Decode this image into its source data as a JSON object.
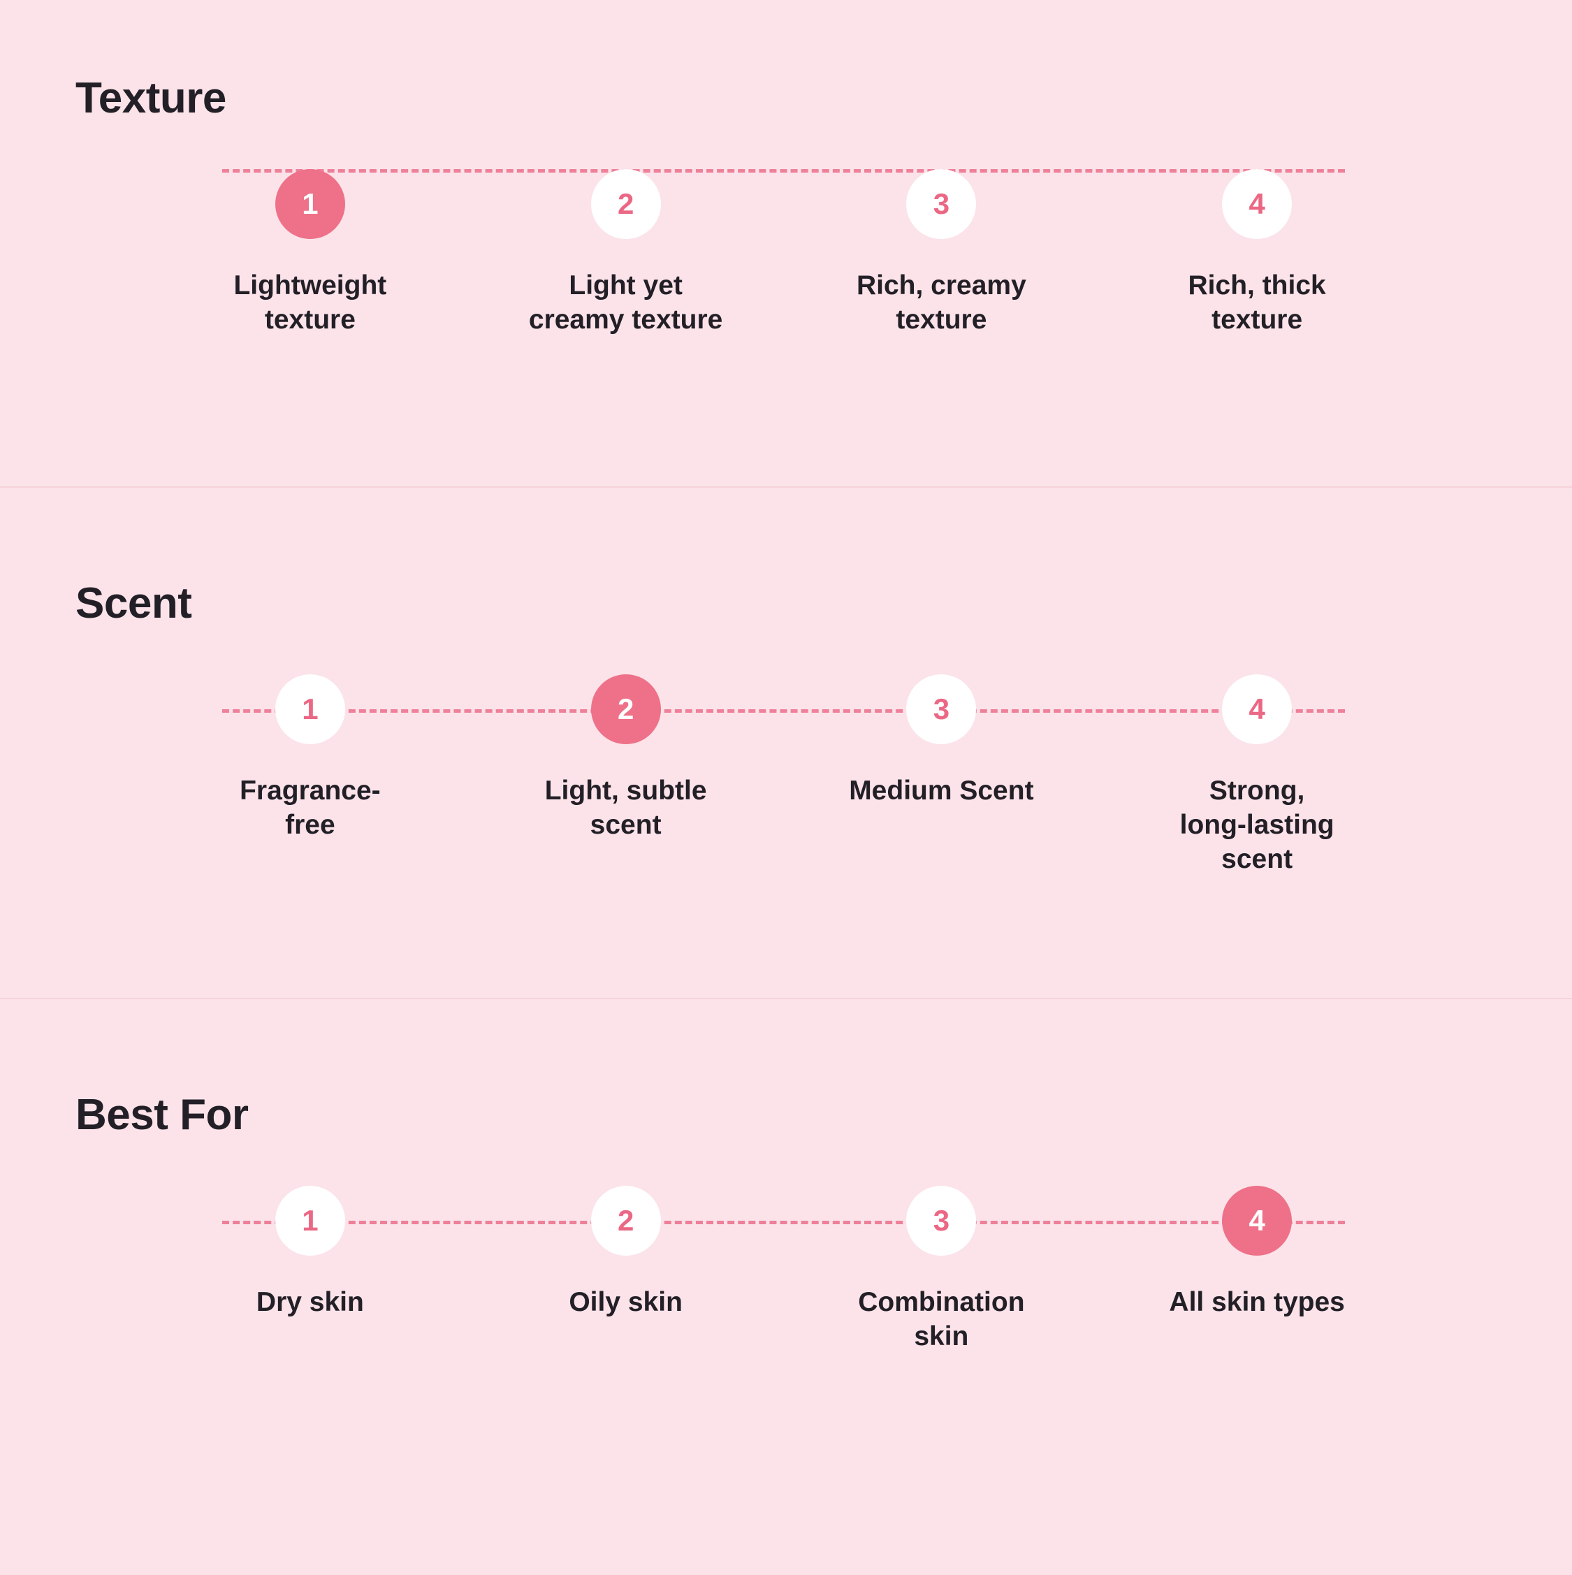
{
  "theme": {
    "background": "#FBE3E9",
    "accent": "#EE7189",
    "accent_text": "#EB6885",
    "text": "#231F26",
    "bullet_inactive_bg": "#FFFFFF",
    "divider": "#F6D2DA",
    "track": "#EE8099"
  },
  "sections": [
    {
      "title": "Texture",
      "active_index": 0,
      "steps": [
        {
          "number": "1",
          "label": "Lightweight\ntexture"
        },
        {
          "number": "2",
          "label": "Light yet\ncreamy texture"
        },
        {
          "number": "3",
          "label": "Rich, creamy\ntexture"
        },
        {
          "number": "4",
          "label": "Rich, thick\ntexture"
        }
      ]
    },
    {
      "title": "Scent",
      "active_index": 1,
      "steps": [
        {
          "number": "1",
          "label": "Fragrance-\nfree"
        },
        {
          "number": "2",
          "label": "Light, subtle\nscent"
        },
        {
          "number": "3",
          "label": "Medium Scent"
        },
        {
          "number": "4",
          "label": "Strong,\nlong-lasting\nscent"
        }
      ]
    },
    {
      "title": "Best For",
      "active_index": 3,
      "steps": [
        {
          "number": "1",
          "label": "Dry skin"
        },
        {
          "number": "2",
          "label": "Oily skin"
        },
        {
          "number": "3",
          "label": "Combination\nskin"
        },
        {
          "number": "4",
          "label": "All skin types"
        }
      ]
    }
  ]
}
